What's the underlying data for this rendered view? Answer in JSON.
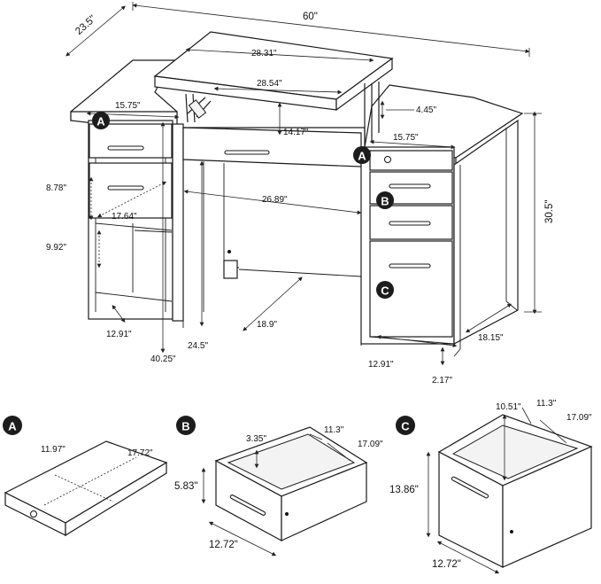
{
  "badges": {
    "a": "A",
    "b": "B",
    "c": "C"
  },
  "main": {
    "width": "60\"",
    "depth": "23.5\"",
    "height": "30.5\"",
    "lift_top_width": "28.31\"",
    "lift_top_depth": "28.54\"",
    "lift_rise": "4.45\"",
    "lift_interior": "14.17\"",
    "left_pedestal_width": "15.75\"",
    "right_pedestal_width": "15.75\"",
    "drawer_opening_height": "8.78\"",
    "shelf_opening_width": "17.64\"",
    "shelf_opening_height": "9.92\"",
    "knee_width": "26.89\"",
    "left_pedestal_base": "12.91\"",
    "knee_height": "24.5\"",
    "kneehole_depth": "18.9\"",
    "pedestal_depth": "40.25\"",
    "right_pedestal_base": "12.91\"",
    "side_depth": "18.15\"",
    "foot_height": "2.17\""
  },
  "drawer_a": {
    "depth": "11.97\"",
    "width": "17.72\""
  },
  "drawer_b": {
    "inner_height": "3.35\"",
    "inner_width": "11.3\"",
    "depth": "17.09\"",
    "height": "5.83\"",
    "front_width": "12.72\""
  },
  "drawer_c": {
    "inner_height": "10.51\"",
    "inner_width": "11.3\"",
    "depth": "17.09\"",
    "height": "13.86\"",
    "front_width": "12.72\""
  }
}
